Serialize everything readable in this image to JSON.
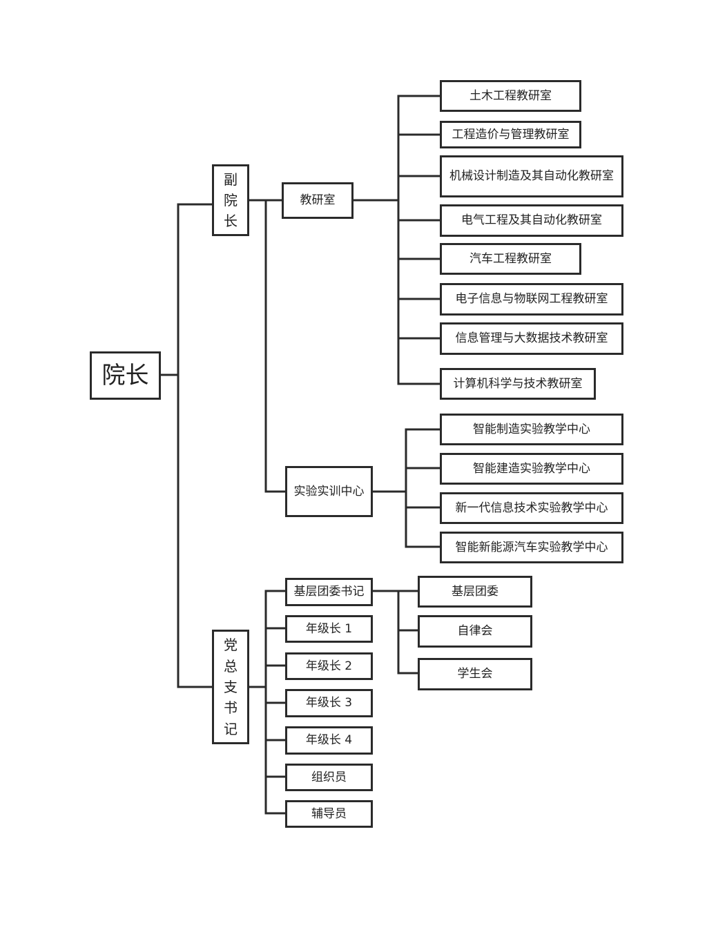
{
  "root": {
    "label": "院长"
  },
  "vice_dean": {
    "chars": [
      "副",
      "院",
      "长"
    ],
    "teaching_office": {
      "label": "教研室",
      "children": [
        "土木工程教研室",
        "工程造价与管理教研室",
        "机械设计制造及其自动化教研室",
        "电气工程及其自动化教研室",
        "汽车工程教研室",
        "电子信息与物联网工程教研室",
        "信息管理与大数据技术教研室",
        "计算机科学与技术教研室"
      ]
    },
    "lab_center": {
      "label": "实验实训中心",
      "children": [
        "智能制造实验教学中心",
        "智能建造实验教学中心",
        "新一代信息技术实验教学中心",
        "智能新能源汽车实验教学中心"
      ]
    }
  },
  "party_secretary": {
    "chars": [
      "党",
      "总",
      "支",
      "书",
      "记"
    ],
    "youth_league_secretary": {
      "label": "基层团委书记",
      "children": [
        "基层团委",
        "自律会",
        "学生会"
      ]
    },
    "others": [
      "年级长 1",
      "年级长 2",
      "年级长 3",
      "年级长 4",
      "组织员",
      "辅导员"
    ]
  }
}
